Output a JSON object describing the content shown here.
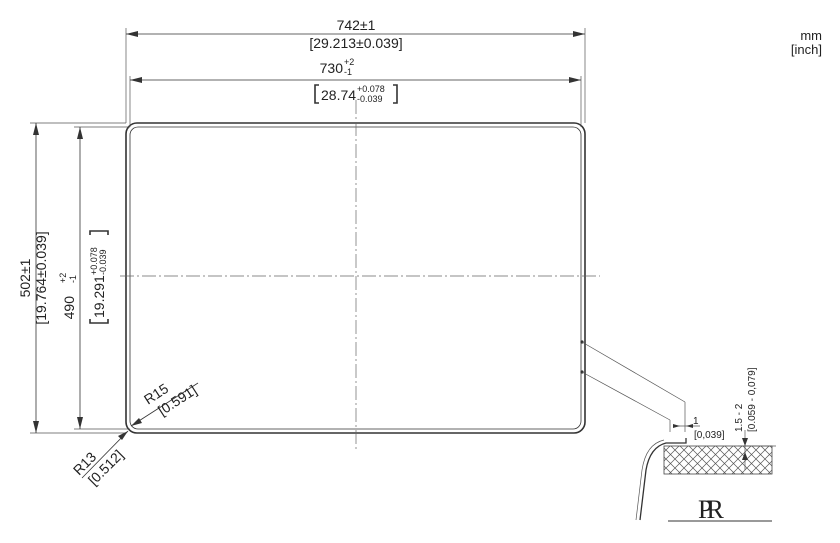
{
  "units": {
    "primary": "mm",
    "secondary": "[inch]"
  },
  "dimensions": {
    "outer_width": {
      "mm": "742±1",
      "inch": "[29.213±0.039]"
    },
    "inner_width": {
      "mm": "730",
      "mm_tol_upper": "+2",
      "mm_tol_lower": "-1",
      "inch": "28.74",
      "inch_tol_upper": "+0.078",
      "inch_tol_lower": "-0.039"
    },
    "outer_height": {
      "mm": "502±1",
      "inch": "[19.764±0.039]"
    },
    "inner_height": {
      "mm": "490",
      "mm_tol_upper": "+2",
      "mm_tol_lower": "-1",
      "inch": "19.291",
      "inch_tol_upper": "+0.078",
      "inch_tol_lower": "-0.039"
    },
    "inner_radius": {
      "mm": "R15",
      "inch": "[0.591]"
    },
    "outer_radius": {
      "mm": "R13",
      "inch": "[0.512]"
    },
    "rim_width": {
      "mm": "1",
      "inch": "[0,039]"
    },
    "countertop_thickness": {
      "mm": "1.5 - 2",
      "inch": "[0.059 - 0,079]"
    }
  },
  "logo": {
    "text": "PR",
    "icon": "pr-monogram-logo"
  },
  "colors": {
    "line": "#333333",
    "center_line": "#666666",
    "hatch": "#555555",
    "background": "#ffffff"
  }
}
